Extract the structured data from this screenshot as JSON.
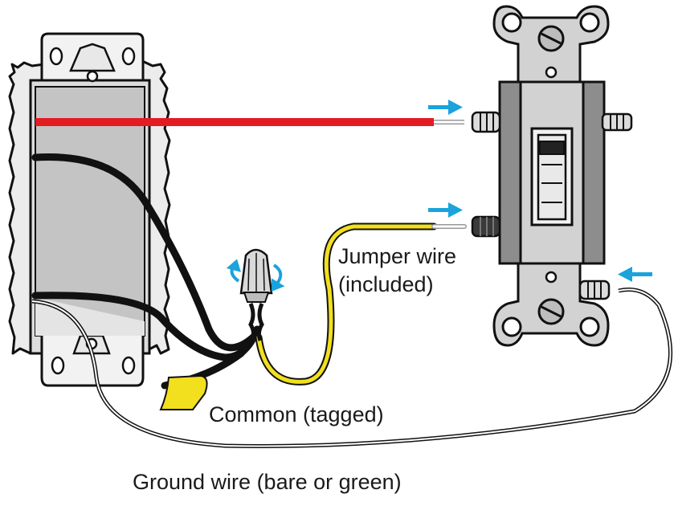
{
  "labels": {
    "jumper_line1": "Jumper wire",
    "jumper_line2": "(included)",
    "common": "Common (tagged)",
    "ground": "Ground wire (bare or green)"
  },
  "colors": {
    "hot_wire": "#e31b23",
    "black_wire": "#111111",
    "jumper_wire": "#f2df1e",
    "common_tag": "#f2df1e",
    "arrow": "#1aa3dc",
    "box_fill": "#ededed",
    "box_inner": "#c6c6c6",
    "switch_body": "#8d8d8d",
    "switch_strap": "#d2d2d2"
  },
  "icons": [
    "rotate-arrow-icon",
    "direction-arrow-icon",
    "screw-icon",
    "wire-nut-icon"
  ]
}
